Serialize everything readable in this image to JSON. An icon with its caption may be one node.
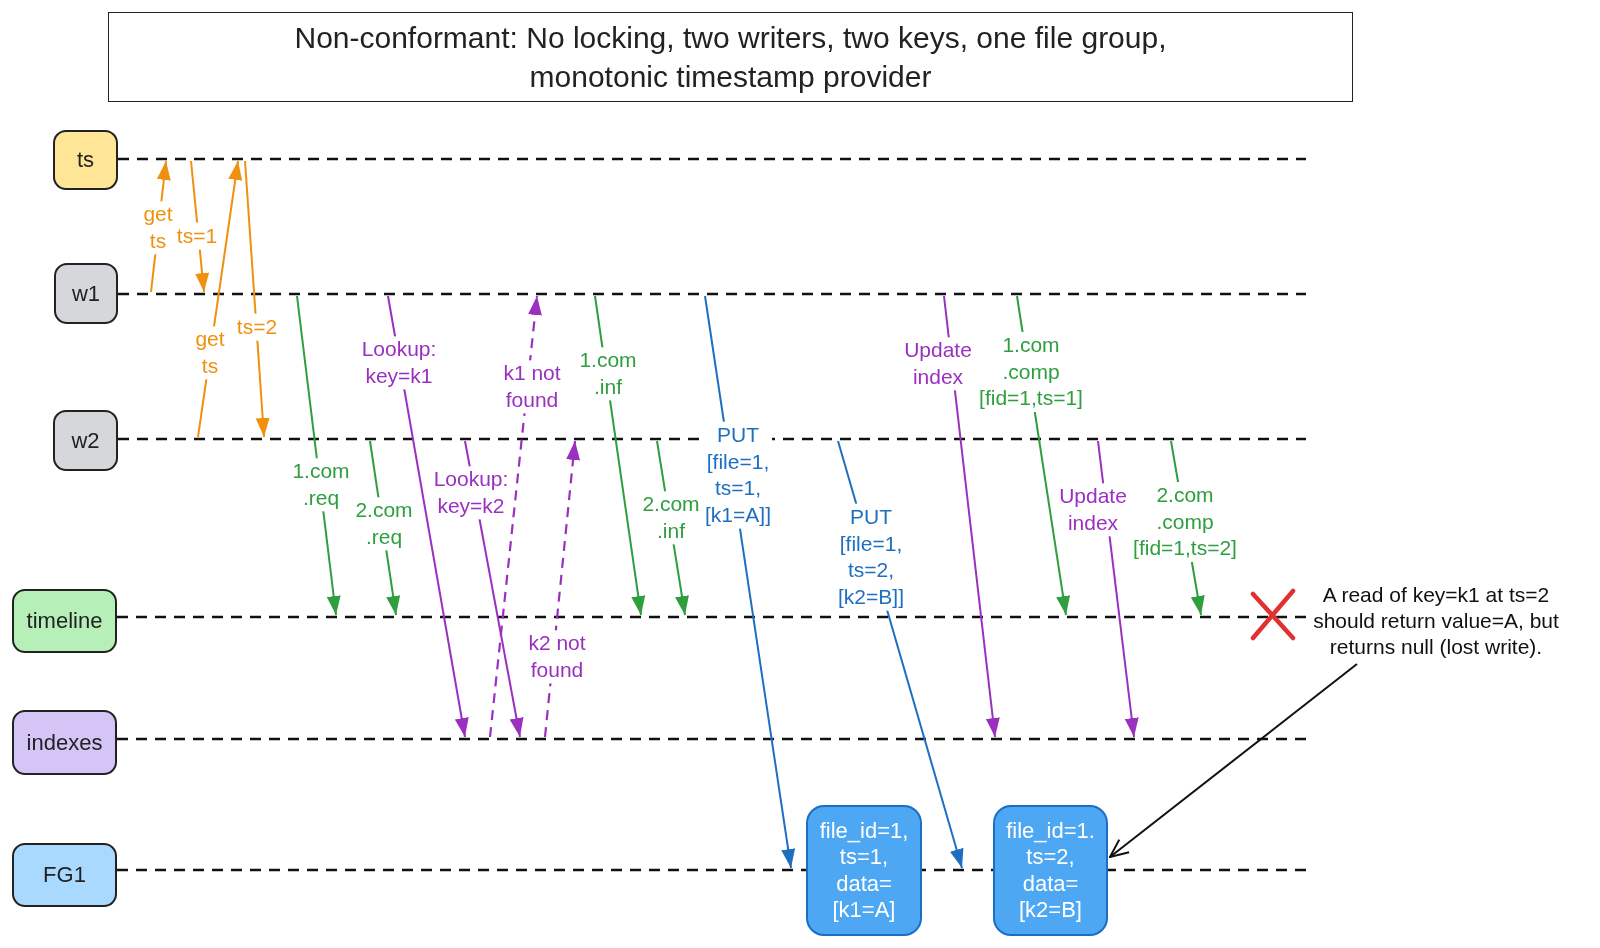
{
  "diagram": {
    "title": "Non-conformant: No locking, two writers, two keys, one file group, monotonic timestamp provider",
    "nodes": [
      {
        "text": [
          "ts"
        ]
      },
      {
        "text": [
          "w1"
        ]
      },
      {
        "text": [
          "w2"
        ]
      },
      {
        "text": [
          "timeline"
        ]
      },
      {
        "text": [
          "indexes"
        ]
      },
      {
        "text": [
          "FG1"
        ]
      },
      {
        "text": [],
        "shape": "line"
      },
      {
        "text": [],
        "shape": "line"
      },
      {
        "text": [],
        "shape": "line"
      },
      {
        "text": [],
        "shape": "line"
      },
      {
        "text": [],
        "shape": "line"
      },
      {
        "text": [],
        "shape": "line"
      },
      {
        "text": [
          "file_id=1, ts=1, data= [k1=A]"
        ]
      },
      {
        "text": [
          "file_id=1. ts=2, data= [k2=B]"
        ]
      },
      {
        "text": [
          "A read of key=k1 at ts=2 should return value=A, but returns null (lost write)."
        ]
      }
    ],
    "edges": [
      {
        "from": 7,
        "to": 6,
        "arrow": "to",
        "label": "get ts",
        "color": "#f0900f"
      },
      {
        "from": 6,
        "to": 7,
        "arrow": "to",
        "label": "ts=1",
        "color": "#f0900f"
      },
      {
        "from": 8,
        "to": 6,
        "arrow": "to",
        "label": "get ts",
        "color": "#f0900f"
      },
      {
        "from": 6,
        "to": 8,
        "arrow": "to",
        "label": "ts=2",
        "color": "#f0900f"
      },
      {
        "from": 7,
        "to": 9,
        "arrow": "to",
        "label": "1.com .req",
        "color": "#2e9e3e"
      },
      {
        "from": 8,
        "to": 9,
        "arrow": "to",
        "label": "2.com .req",
        "color": "#2e9e3e"
      },
      {
        "from": 7,
        "to": 10,
        "arrow": "to",
        "label": "Lookup: key=k1",
        "color": "#9b30c0"
      },
      {
        "from": 10,
        "to": 7,
        "arrow": "to",
        "label": "k1 not found",
        "style": "dashed",
        "color": "#9b30c0"
      },
      {
        "from": 8,
        "to": 10,
        "arrow": "to",
        "label": "Lookup: key=k2",
        "color": "#9b30c0"
      },
      {
        "from": 10,
        "to": 8,
        "arrow": "to",
        "label": "k2 not found",
        "style": "dashed",
        "color": "#9b30c0"
      },
      {
        "from": 7,
        "to": 9,
        "arrow": "to",
        "label": "1.com .inf",
        "color": "#2e9e3e"
      },
      {
        "from": 8,
        "to": 9,
        "arrow": "to",
        "label": "2.com .inf",
        "color": "#2e9e3e"
      },
      {
        "from": 7,
        "to": 11,
        "arrow": "to",
        "label": "PUT [file=1, ts=1, [k1=A]]",
        "color": "#1f6fc0"
      },
      {
        "from": 8,
        "to": 11,
        "arrow": "to",
        "label": "PUT [file=1, ts=2, [k2=B]]",
        "color": "#1f6fc0"
      },
      {
        "from": 7,
        "to": 10,
        "arrow": "to",
        "label": "Update index",
        "color": "#9b30c0"
      },
      {
        "from": 7,
        "to": 9,
        "arrow": "to",
        "label": "1.com .comp [fid=1,ts=1]",
        "color": "#2e9e3e"
      },
      {
        "from": 8,
        "to": 10,
        "arrow": "to",
        "label": "Update index",
        "color": "#9b30c0"
      },
      {
        "from": 8,
        "to": 9,
        "arrow": "to",
        "label": "2.com .comp [fid=1,ts=2]",
        "color": "#2e9e3e"
      },
      {
        "from": 14,
        "to": 13,
        "arrow": "to",
        "color": "#111111"
      }
    ]
  }
}
